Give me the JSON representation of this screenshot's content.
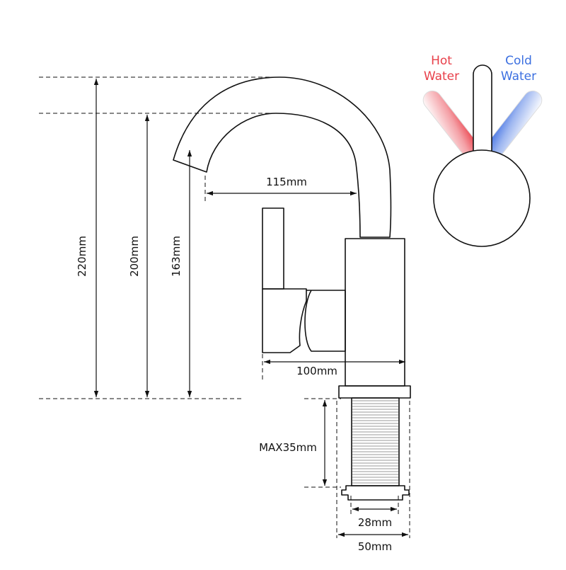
{
  "dimensions": {
    "overall_height": "220mm",
    "spout_top_height": "200mm",
    "spout_outlet_height": "163mm",
    "spout_reach": "115mm",
    "body_depth": "100mm",
    "max_deck_thickness": "MAX35mm",
    "thread_diameter": "28mm",
    "base_diameter": "50mm"
  },
  "legend": {
    "hot_line1": "Hot",
    "hot_line2": "Water",
    "cold_line1": "Cold",
    "cold_line2": "Water",
    "hot_color": "#e8404a",
    "cold_color": "#3b6fe0"
  }
}
